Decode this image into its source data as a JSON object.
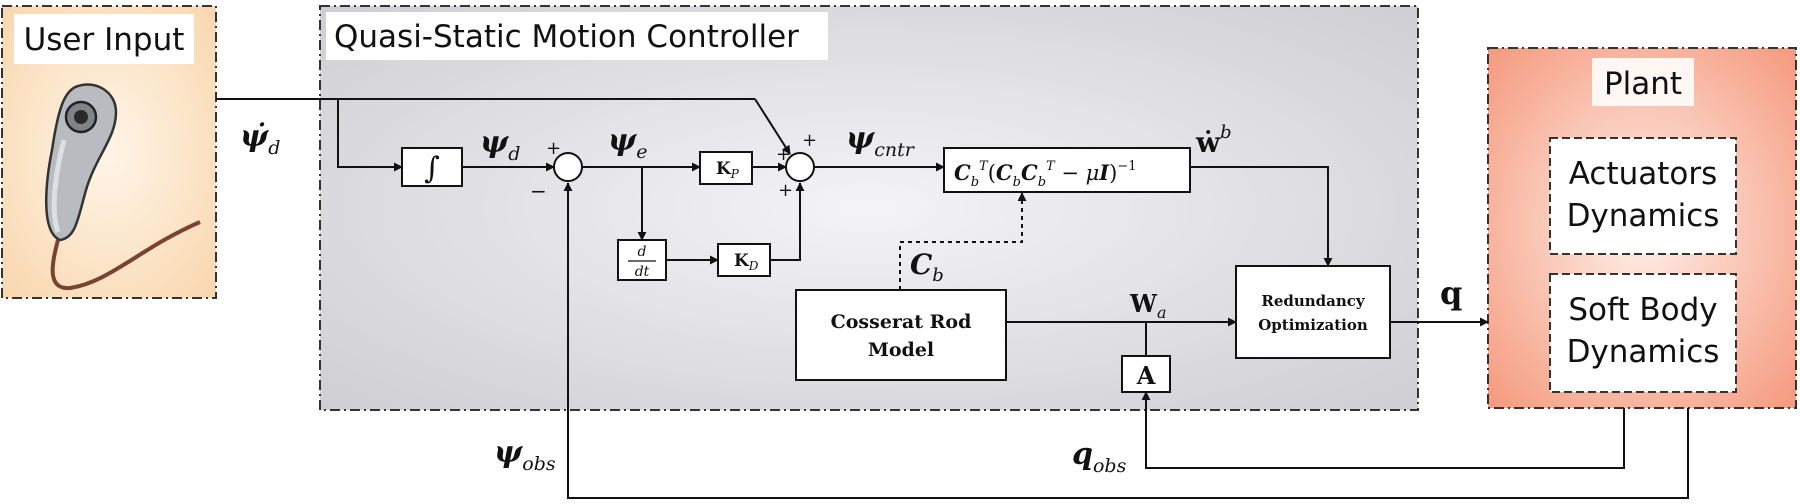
{
  "user_input": {
    "title": "User Input"
  },
  "controller": {
    "title": "Quasi-Static Motion Controller"
  },
  "plant": {
    "title": "Plant",
    "actuators": [
      "Actuators",
      "Dynamics"
    ],
    "soft_body": [
      "Soft Body",
      "Dynamics"
    ]
  },
  "blocks": {
    "integrator": "∫",
    "kp": "K",
    "kp_sub": "P",
    "kd": "K",
    "kd_sub": "D",
    "deriv_num": "d",
    "deriv_den": "dt",
    "inverse": "C_b^T (C_b C_b^T − μI)^{-1}",
    "cosserat": [
      "Cosserat Rod",
      "Model"
    ],
    "redundancy": [
      "Redundancy",
      "Optimization"
    ],
    "a_block": "A"
  },
  "signals": {
    "psi_dot_d": "ψ̇",
    "psi_dot_d_sub": "d",
    "psi_d": "ψ",
    "psi_d_sub": "d",
    "psi_e": "ψ",
    "psi_e_sub": "e",
    "psi_cntr": "ψ",
    "psi_cntr_sub": "cntr",
    "w_dot_b": "ẇ",
    "w_dot_b_sup": "b",
    "c_b": "C",
    "c_b_sub": "b",
    "w_a": "W",
    "w_a_sub": "a",
    "q": "q",
    "psi_obs": "ψ",
    "psi_obs_sub": "obs",
    "q_obs": "q",
    "q_obs_sub": "obs"
  },
  "signs": {
    "sum1_plus": "+",
    "sum1_minus": "−",
    "sum2_top": "+",
    "sum2_left": "+",
    "sum2_bottom": "+"
  },
  "colors": {
    "controller_fill": "#e6e6e8",
    "user_fill": "#fde6cc",
    "plant_fill": "#f6a98f"
  }
}
